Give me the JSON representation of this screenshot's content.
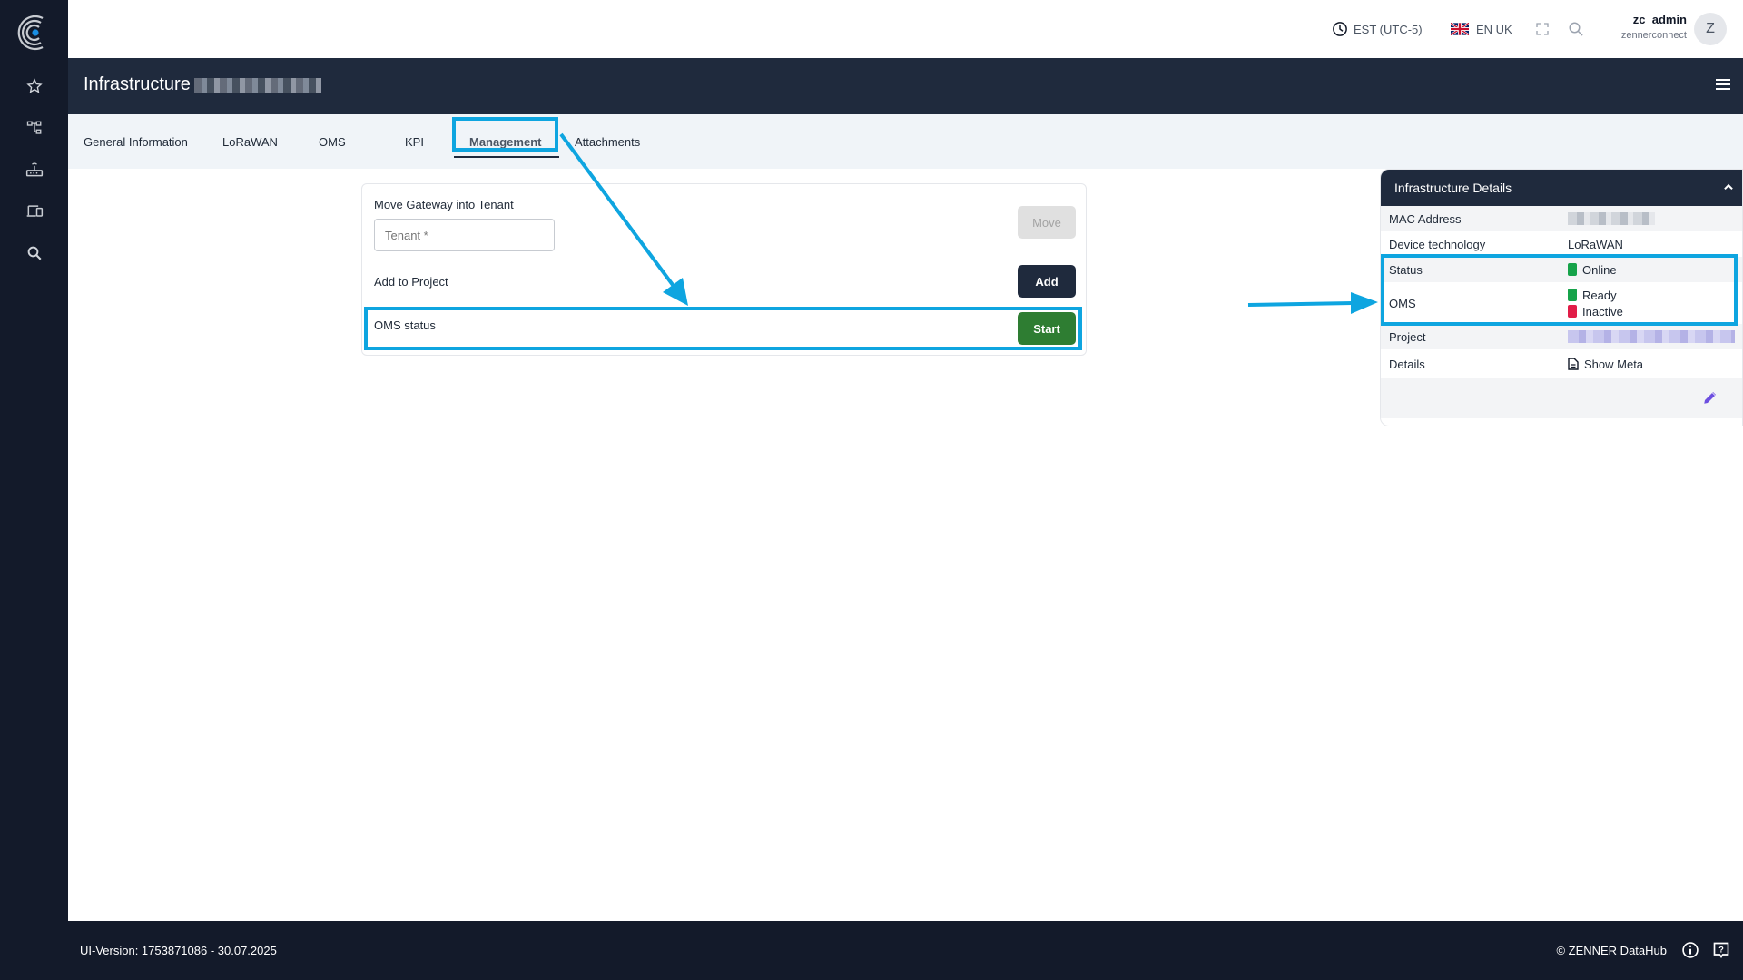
{
  "sidebar": {
    "items": [
      {
        "name": "favorites",
        "icon": "star-icon"
      },
      {
        "name": "hierarchy",
        "icon": "hierarchy-icon"
      },
      {
        "name": "infrastructure",
        "icon": "router-icon"
      },
      {
        "name": "devices",
        "icon": "devices-icon"
      },
      {
        "name": "search",
        "icon": "search-icon"
      }
    ]
  },
  "topbar": {
    "timezone": "EST (UTC-5)",
    "language": "EN UK",
    "user": {
      "name": "zc_admin",
      "org": "zennerconnect",
      "initial": "Z"
    }
  },
  "header": {
    "title": "Infrastructure"
  },
  "tabs": [
    {
      "label": "General Information",
      "active": false
    },
    {
      "label": "LoRaWAN",
      "active": false
    },
    {
      "label": "OMS",
      "active": false
    },
    {
      "label": "KPI",
      "active": false
    },
    {
      "label": "Management",
      "active": true
    },
    {
      "label": "Attachments",
      "active": false
    }
  ],
  "management": {
    "move_label": "Move Gateway into Tenant",
    "tenant_placeholder": "Tenant *",
    "move_button": "Move",
    "project_label": "Add to Project",
    "add_button": "Add",
    "oms_label": "OMS status",
    "start_button": "Start"
  },
  "details": {
    "title": "Infrastructure Details",
    "rows": {
      "mac": {
        "label": "MAC Address"
      },
      "tech": {
        "label": "Device technology",
        "value": "LoRaWAN"
      },
      "status": {
        "label": "Status",
        "value": "Online",
        "color": "#16a34a"
      },
      "oms": {
        "label": "OMS",
        "values": [
          {
            "text": "Ready",
            "color": "#16a34a"
          },
          {
            "text": "Inactive",
            "color": "#e11d48"
          }
        ]
      },
      "project": {
        "label": "Project"
      },
      "details": {
        "label": "Details",
        "value": "Show Meta"
      }
    }
  },
  "footer": {
    "version": "UI-Version: 1753871086 - 30.07.2025",
    "copyright": "© ZENNER DataHub"
  },
  "colors": {
    "accent_highlight": "#0ea5e0",
    "navy": "#1f2a3d",
    "start_green": "#2e7d32",
    "edit_purple": "#6d4fe0"
  }
}
